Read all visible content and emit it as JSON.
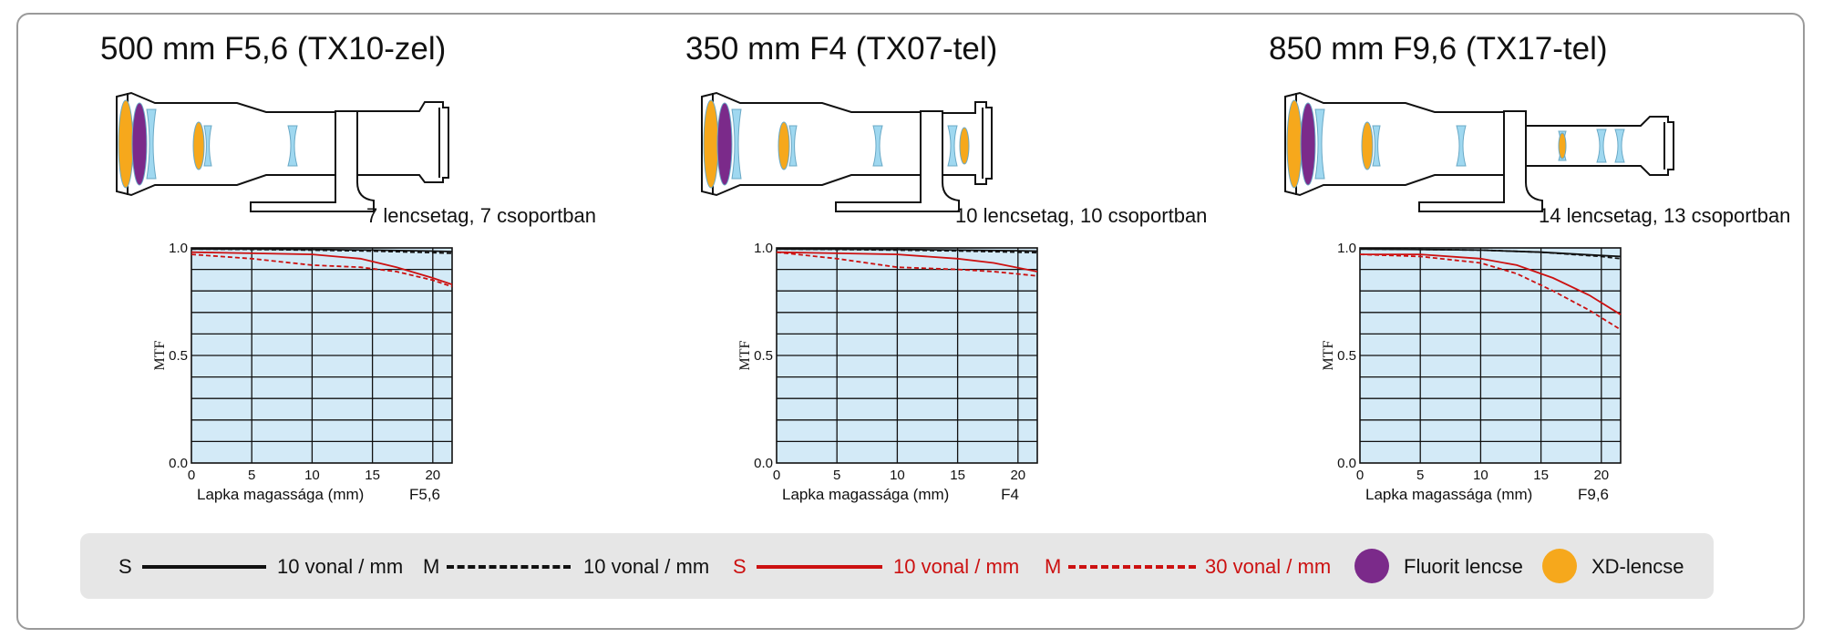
{
  "panels": [
    {
      "title": "500 mm F5,6 (TX10-zel)",
      "elements": "7 lencsetag, 7 csoportban",
      "aperture": "F5,6",
      "lens_variant": "tx10"
    },
    {
      "title": "350 mm F4 (TX07-tel)",
      "elements": "10 lencsetag, 10 csoportban",
      "aperture": "F4",
      "lens_variant": "tx07"
    },
    {
      "title": "850 mm F9,6 (TX17-tel)",
      "elements": "14 lencsetag, 13 csoportban",
      "aperture": "F9,6",
      "lens_variant": "tx17"
    }
  ],
  "chart_common": {
    "xlabel": "Lapka magassága (mm)",
    "ylabel": "MTF",
    "xticks": [
      "0",
      "5",
      "10",
      "15",
      "20"
    ],
    "yticks": [
      "0.0",
      "0.5",
      "1.0"
    ]
  },
  "chart_data": [
    {
      "type": "line",
      "xlim": [
        0,
        21.6
      ],
      "ylim": [
        0,
        1.0
      ],
      "grid": true,
      "series": [
        {
          "name": "S 10 vonal / mm",
          "color": "#111111",
          "style": "solid",
          "x": [
            0,
            5,
            10,
            15,
            20,
            21.6
          ],
          "y": [
            0.995,
            0.995,
            0.993,
            0.99,
            0.985,
            0.983
          ]
        },
        {
          "name": "M 10 vonal / mm",
          "color": "#111111",
          "style": "dashed",
          "x": [
            0,
            5,
            10,
            15,
            20,
            21.6
          ],
          "y": [
            0.995,
            0.993,
            0.99,
            0.985,
            0.978,
            0.975
          ]
        },
        {
          "name": "S 10 vonal / mm",
          "color": "#cc1111",
          "style": "solid",
          "x": [
            0,
            5,
            10,
            14,
            17,
            20,
            21.6
          ],
          "y": [
            0.98,
            0.975,
            0.97,
            0.95,
            0.91,
            0.86,
            0.83
          ]
        },
        {
          "name": "M 30 vonal / mm",
          "color": "#cc1111",
          "style": "dashed",
          "x": [
            0,
            5,
            10,
            14,
            17,
            20,
            21.6
          ],
          "y": [
            0.97,
            0.95,
            0.92,
            0.91,
            0.89,
            0.85,
            0.82
          ]
        }
      ]
    },
    {
      "type": "line",
      "xlim": [
        0,
        21.6
      ],
      "ylim": [
        0,
        1.0
      ],
      "grid": true,
      "series": [
        {
          "name": "S 10 vonal / mm",
          "color": "#111111",
          "style": "solid",
          "x": [
            0,
            5,
            10,
            15,
            20,
            21.6
          ],
          "y": [
            0.995,
            0.994,
            0.993,
            0.99,
            0.987,
            0.985
          ]
        },
        {
          "name": "M 10 vonal / mm",
          "color": "#111111",
          "style": "dashed",
          "x": [
            0,
            5,
            10,
            15,
            20,
            21.6
          ],
          "y": [
            0.995,
            0.993,
            0.99,
            0.986,
            0.98,
            0.978
          ]
        },
        {
          "name": "S 10 vonal / mm",
          "color": "#cc1111",
          "style": "solid",
          "x": [
            0,
            5,
            10,
            15,
            18,
            21.6
          ],
          "y": [
            0.98,
            0.975,
            0.97,
            0.95,
            0.93,
            0.89
          ]
        },
        {
          "name": "M 30 vonal / mm",
          "color": "#cc1111",
          "style": "dashed",
          "x": [
            0,
            5,
            10,
            15,
            18,
            21.6
          ],
          "y": [
            0.98,
            0.95,
            0.91,
            0.9,
            0.89,
            0.87
          ]
        }
      ]
    },
    {
      "type": "line",
      "xlim": [
        0,
        21.6
      ],
      "ylim": [
        0,
        1.0
      ],
      "grid": true,
      "series": [
        {
          "name": "S 10 vonal / mm",
          "color": "#111111",
          "style": "solid",
          "x": [
            0,
            5,
            10,
            15,
            20,
            21.6
          ],
          "y": [
            0.995,
            0.993,
            0.99,
            0.98,
            0.965,
            0.96
          ]
        },
        {
          "name": "M 10 vonal / mm",
          "color": "#111111",
          "style": "dashed",
          "x": [
            0,
            5,
            10,
            15,
            20,
            21.6
          ],
          "y": [
            0.995,
            0.993,
            0.99,
            0.98,
            0.96,
            0.95
          ]
        },
        {
          "name": "S 10 vonal / mm",
          "color": "#cc1111",
          "style": "solid",
          "x": [
            0,
            5,
            10,
            13,
            16,
            19,
            21.6
          ],
          "y": [
            0.97,
            0.97,
            0.95,
            0.92,
            0.86,
            0.78,
            0.69
          ]
        },
        {
          "name": "M 30 vonal / mm",
          "color": "#cc1111",
          "style": "dashed",
          "x": [
            0,
            5,
            10,
            13,
            16,
            19,
            21.6
          ],
          "y": [
            0.97,
            0.96,
            0.93,
            0.88,
            0.8,
            0.71,
            0.62
          ]
        }
      ]
    }
  ],
  "legend": {
    "s_black_prefix": "S",
    "s_black_label": "10 vonal / mm",
    "m_black_prefix": "M",
    "m_black_label": "10 vonal / mm",
    "s_red_prefix": "S",
    "s_red_label": "10 vonal / mm",
    "m_red_prefix": "M",
    "m_red_label": "30 vonal / mm",
    "fluorite_label": "Fluorit lencse",
    "xd_label": "XD-lencse"
  },
  "colors": {
    "fluorite": "#7b2a8a",
    "xd": "#f6a81c",
    "glass": "#9fd8f0",
    "chart_bg": "#d3eaf7",
    "red": "#cc1111",
    "black": "#111111"
  }
}
